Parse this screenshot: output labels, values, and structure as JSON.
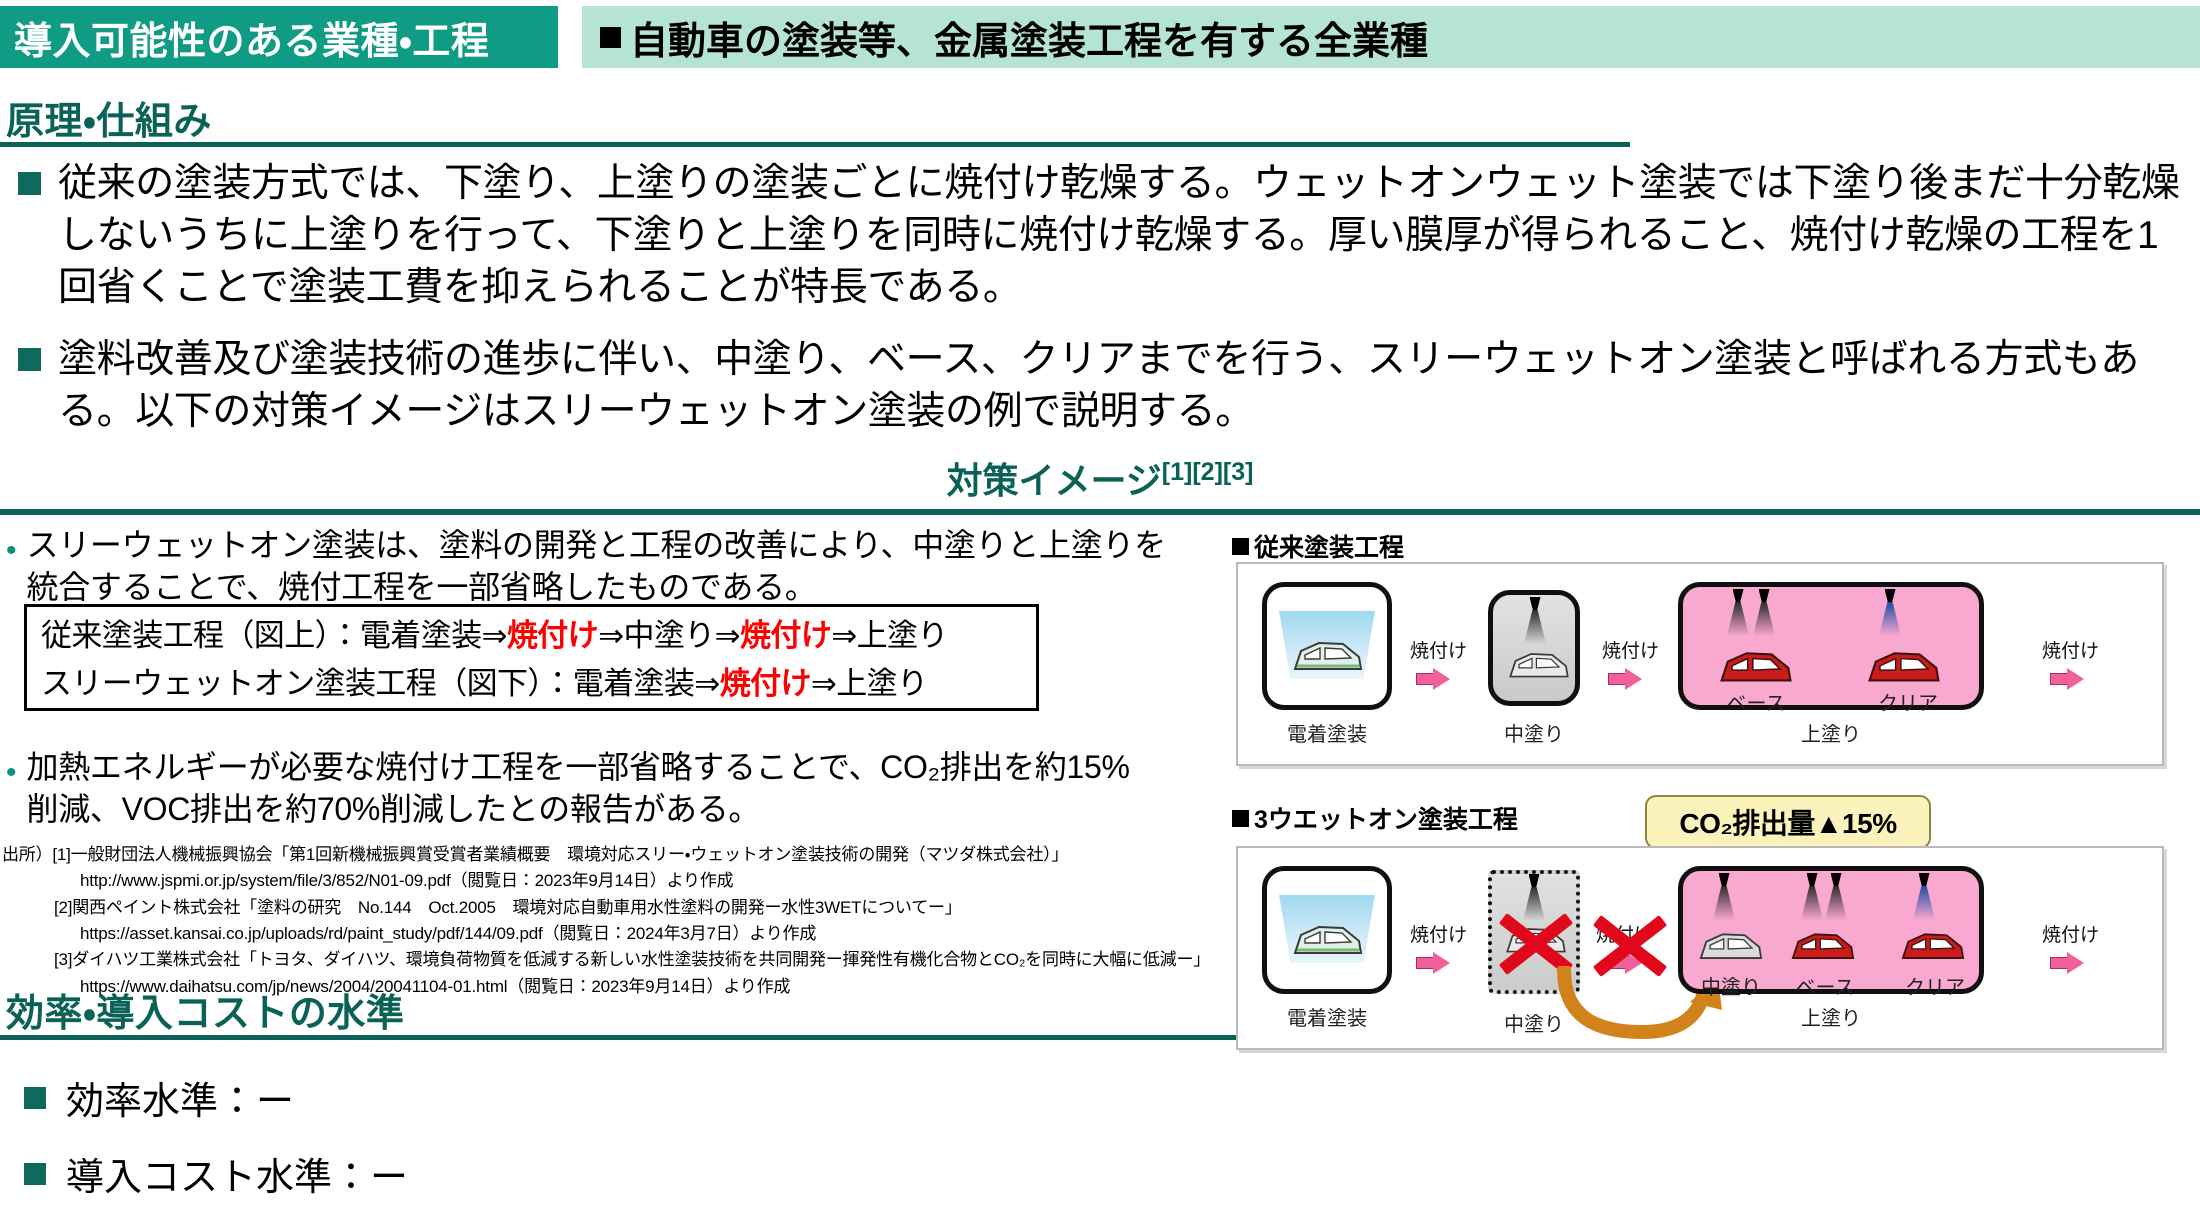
{
  "header": {
    "tag_label": "導入可能性のある業種・工程",
    "band_bullet": "■",
    "band_text": "自動車の塗装等、金属塗装工程を有する全業種"
  },
  "principle": {
    "heading": "原理・仕組み",
    "bullets": [
      "従来の塗装方式では、下塗り、上塗りの塗装ごとに焼付け乾燥する。ウェットオンウェット塗装では下塗り後まだ十分乾燥しないうちに上塗りを行って、下塗りと上塗りを同時に焼付け乾燥する。厚い膜厚が得られること、焼付け乾燥の工程を1回省くことで塗装工費を抑えられることが特長である。",
      "塗料改善及び塗装技術の進歩に伴い、中塗り、ベース、クリアまでを行う、スリーウェットオン塗装と呼ばれる方式もある。以下の対策イメージはスリーウェットオン塗装の例で説明する。"
    ]
  },
  "measure": {
    "title": "対策イメージ",
    "refs": "[1][2][3]"
  },
  "left_notes": [
    "スリーウェットオン塗装は、塗料の開発と工程の改善により、中塗りと上塗りを統合することで、焼付工程を一部省略したものである。",
    "加熱エネルギーが必要な焼付け工程を一部省略することで、CO₂排出を約15%削減、VOC排出を約70%削減したとの報告がある。"
  ],
  "flow_box": {
    "line1": {
      "prefix": "従来塗装工程（図上）：電着塗装⇒",
      "hot1": "焼付け",
      "mid": "⇒中塗り⇒",
      "hot2": "焼付け",
      "suffix": "⇒上塗り"
    },
    "line2": {
      "prefix": "スリーウェットオン塗装工程（図下）：電着塗装⇒",
      "hot1": "焼付け",
      "suffix": "⇒上塗り"
    }
  },
  "citations": {
    "label": "出所）",
    "items": [
      {
        "ref": "[1]一般財団法人機械振興協会「第1回新機械振興賞受賞者業績概要　環境対応スリー・ウェットオン塗装技術の開発（マツダ株式会社）」",
        "url": "http://www.jspmi.or.jp/system/file/3/852/N01-09.pdf（閲覧日：2023年9月14日）より作成"
      },
      {
        "ref": "[2]関西ペイント株式会社「塗料の研究　No.144　Oct.2005　環境対応自動車用水性塗料の開発ー水性3WETについてー」",
        "url": "https://asset.kansai.co.jp/uploads/rd/paint_study/pdf/144/09.pdf（閲覧日：2024年3月7日）より作成"
      },
      {
        "ref": "[3]ダイハツ工業株式会社「トヨタ、ダイハツ、環境負荷物質を低減する新しい水性塗装技術を共同開発ー揮発性有機化合物とCO₂を同時に大幅に低減ー」",
        "url": "https://www.daihatsu.com/jp/news/2004/20041104-01.html（閲覧日：2023年9月14日）より作成"
      }
    ]
  },
  "cost_section": {
    "heading": "効率・導入コストの水準",
    "items": [
      "効率水準：ー",
      "導入コスト水準：ー"
    ]
  },
  "diagram": {
    "top": {
      "title": "従来塗装工程",
      "stages": [
        "電着塗装",
        "中塗り",
        "上塗り"
      ],
      "topcoat_sublabels": [
        "ベース",
        "クリア"
      ],
      "bake_labels": [
        "焼付け",
        "焼付け",
        "焼付け"
      ]
    },
    "bottom": {
      "title": "3ウエットオン塗装工程",
      "stages": [
        "電着塗装",
        "中塗り",
        "上塗り"
      ],
      "topcoat_sublabels": [
        "中塗り",
        "ベース",
        "クリア"
      ],
      "bake_labels": [
        "焼付け",
        "焼付け",
        "焼付け"
      ],
      "callout": "CO₂排出量▲15%"
    }
  },
  "colors": {
    "teal_dark": "#0a6257",
    "teal_header": "#109b85",
    "mint_band": "#b5e3d4",
    "hot_red": "#ff0000",
    "pink_booth": "#f9a8cf",
    "callout_yellow": "#fbf3bb",
    "orange_arrow": "#f0991e"
  }
}
